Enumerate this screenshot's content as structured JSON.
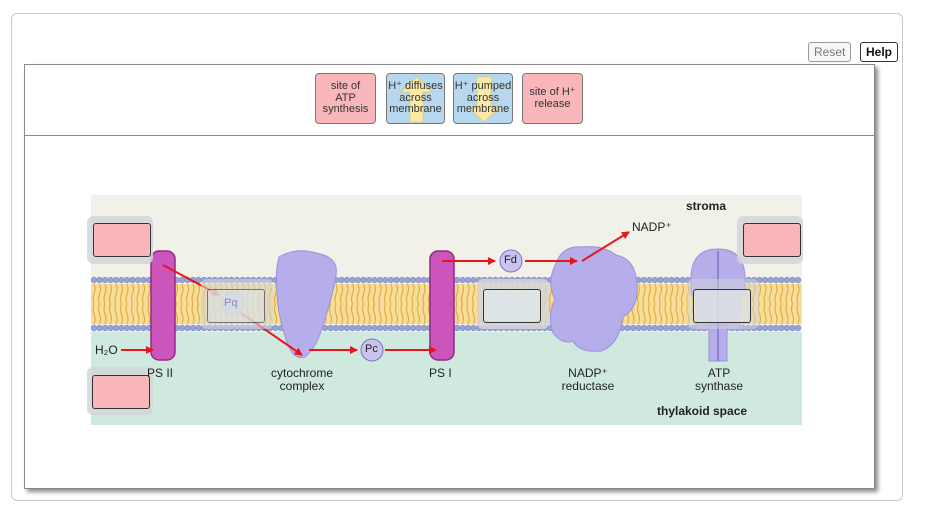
{
  "toolbar": {
    "reset_label": "Reset",
    "help_label": "Help"
  },
  "labels": [
    {
      "id": "site-atp",
      "text_lines": [
        "site of",
        "ATP",
        "synthesis"
      ],
      "style": "pink"
    },
    {
      "id": "h-diffuses",
      "text_lines": [
        "H⁺ diffuses",
        "across",
        "membrane"
      ],
      "style": "blue",
      "arrow": "up"
    },
    {
      "id": "h-pumped",
      "text_lines": [
        "H⁺ pumped",
        "across",
        "membrane"
      ],
      "style": "blue",
      "arrow": "down"
    },
    {
      "id": "site-h-release",
      "text_lines": [
        "site of H⁺",
        "release"
      ],
      "style": "pink"
    }
  ],
  "diagram": {
    "regions": {
      "stroma": "stroma",
      "thylakoid": "thylakoid space"
    },
    "molecules": {
      "pq": "Pq",
      "pc": "Pc",
      "fd": "Fd",
      "nadp": "NADP⁺",
      "h2o": "H₂O"
    },
    "complexes": {
      "ps2": "PS II",
      "cytochrome": [
        "cytochrome",
        "complex"
      ],
      "ps1": "PS I",
      "nadp_reductase": [
        "NADP⁺",
        "reductase"
      ],
      "atp_synthase": [
        "ATP",
        "synthase"
      ]
    },
    "colors": {
      "stroma_bg": "#f1f1e9",
      "thylakoid_bg": "#cfe9de",
      "lipid_head": "#9aa3d6",
      "lipid_tail": "#f2c462",
      "photosystem": "#cc55bb",
      "protein": "#b6aeea",
      "arrow": "#e8141e"
    }
  }
}
